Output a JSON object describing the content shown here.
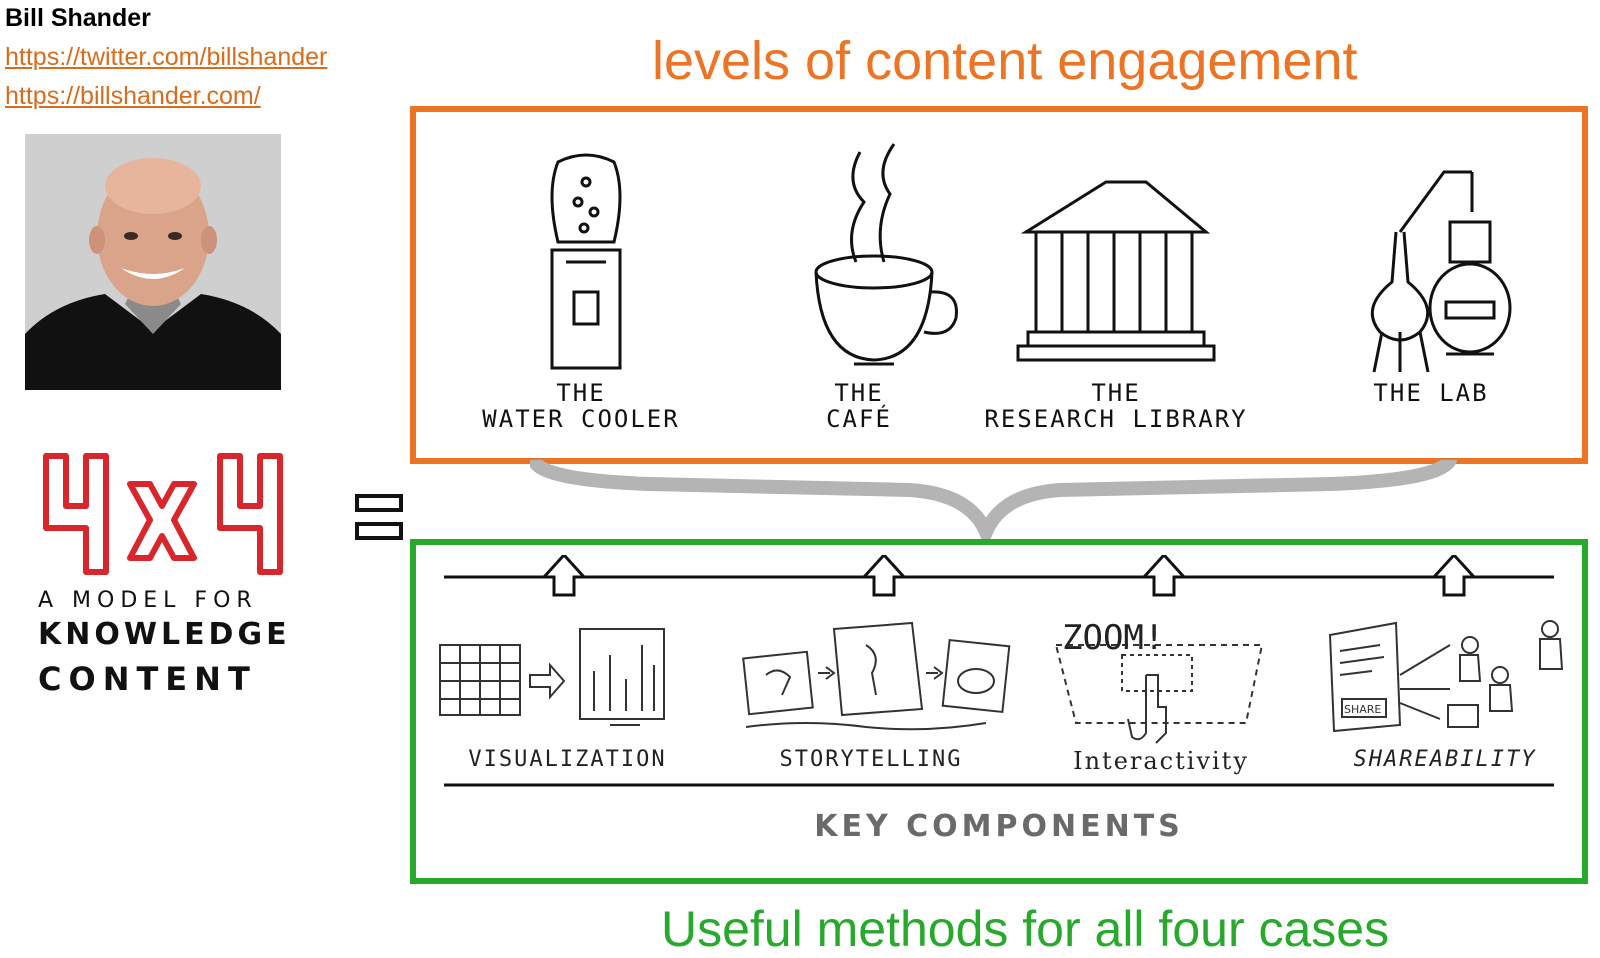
{
  "author": {
    "name": "Bill Shander",
    "links": [
      "https://twitter.com/billshander",
      "https://billshander.com/"
    ]
  },
  "model": {
    "line1": "A MODEL FOR",
    "line2": "KNOWLEDGE",
    "line3": "CONTENT"
  },
  "top_title": "levels of content engagement",
  "bottom_title": "Useful methods for all four cases",
  "levels": [
    {
      "line1": "THE",
      "line2": "WATER COOLER"
    },
    {
      "line1": "THE",
      "line2": "CAFÉ"
    },
    {
      "line1": "THE",
      "line2": "RESEARCH LIBRARY"
    },
    {
      "line1": "",
      "line2": "THE LAB"
    }
  ],
  "components": [
    "VISUALIZATION",
    "STORYTELLING",
    "Interactivity",
    "SHAREABILITY"
  ],
  "key_components": "KEY COMPONENTS",
  "zoom_text": "ZOOM!",
  "share_text": "SHARE",
  "colors": {
    "orange": "#ec7424",
    "green": "#27a92b",
    "red": "#d9262c"
  }
}
